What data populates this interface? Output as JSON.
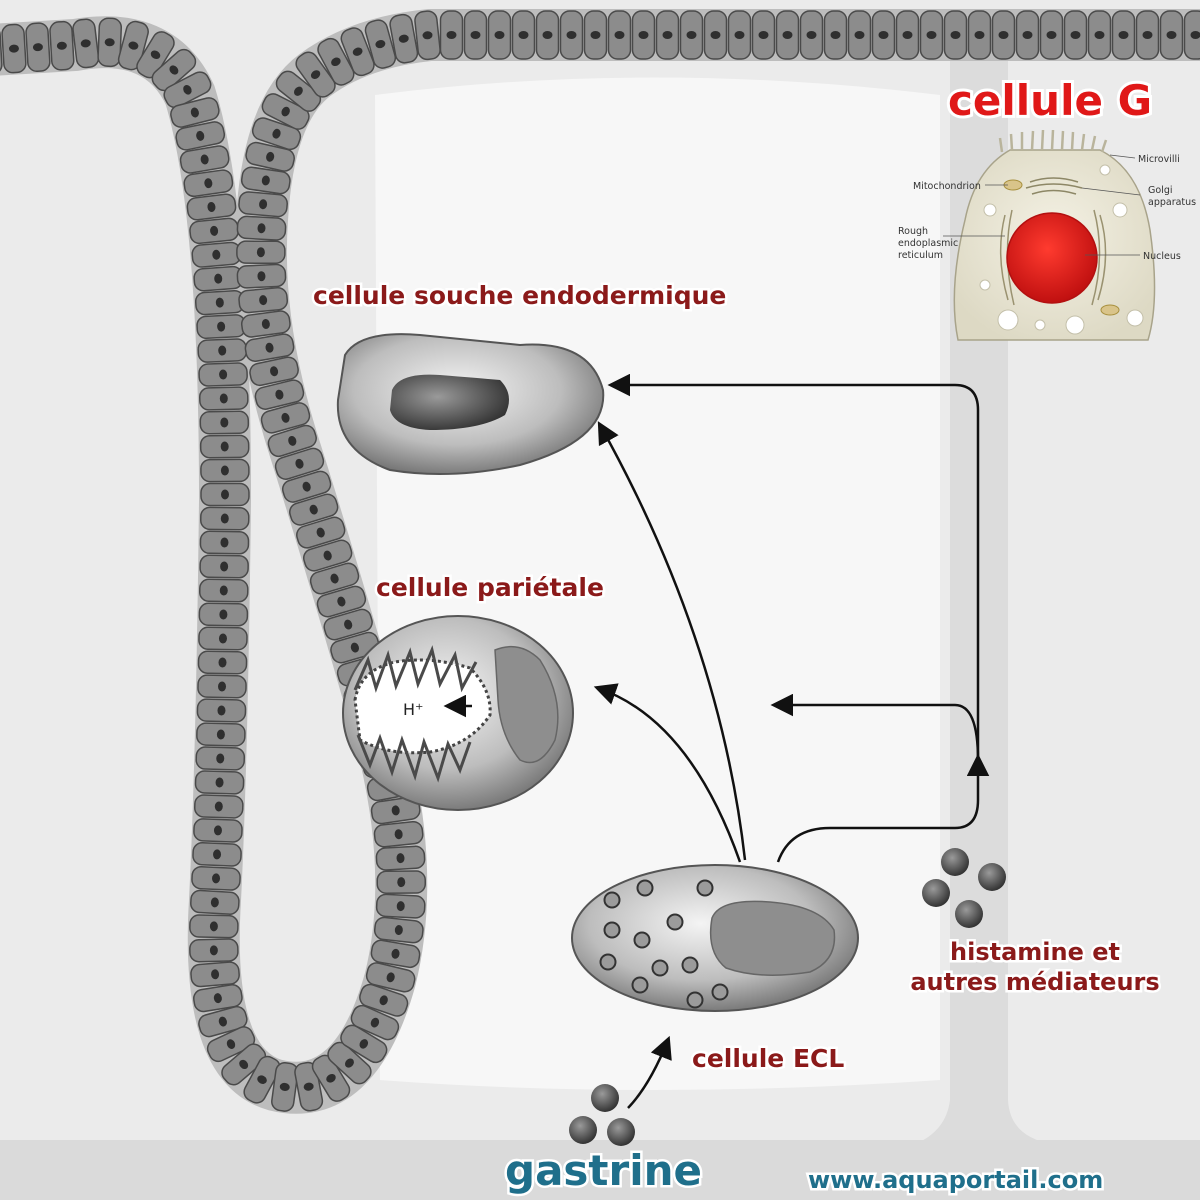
{
  "labels": {
    "stem_cell": "cellule souche endodermique",
    "parietal_cell": "cellule pariétale",
    "ecl_cell": "cellule ECL",
    "histamine_line1": "histamine et",
    "histamine_line2": "autres médiateurs",
    "gastrin": "gastrine",
    "g_cell_title": "cellule G",
    "hydrogen_ion": "H⁺",
    "website": "www.aquaportail.com"
  },
  "g_cell_inset": {
    "microvilli": "Microvilli",
    "mitochondrion": "Mitochondrion",
    "golgi_line1": "Golgi",
    "golgi_line2": "apparatus",
    "rer_line1": "Rough",
    "rer_line2": "endoplasmic",
    "rer_line3": "reticulum",
    "nucleus": "Nucleus"
  },
  "colors": {
    "accent_red": "#e01818",
    "label_dark_red": "#8b1a1a",
    "gastrin_blue": "#1f6f8b",
    "cell_gray": "#8a8a8a",
    "g_cell_nucleus": "#e8251f"
  }
}
